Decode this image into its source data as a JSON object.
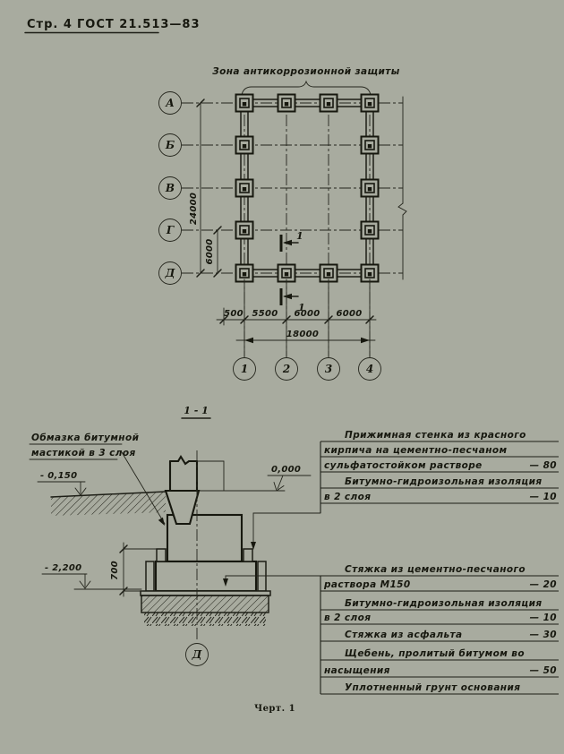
{
  "page": {
    "header_page": "Стр. 4",
    "header_doc": "ГОСТ 21.513—83",
    "caption": "Черт. 1"
  },
  "plan": {
    "title": "Зона антикоррозионной защиты",
    "row_axes": [
      "А",
      "Б",
      "В",
      "Г",
      "Д"
    ],
    "col_axes": [
      "1",
      "2",
      "3",
      "4"
    ],
    "bottom_dims": [
      "500",
      "5500",
      "6000",
      "6000"
    ],
    "total_dim": "18000",
    "left_total_dim": "24000",
    "left_bay_dim": "6000",
    "section_mark": "1"
  },
  "section": {
    "title": "1 - 1",
    "axis_label": "Д",
    "note_line1": "Обмазка битумной",
    "note_line2": "мастикой в 3 слоя",
    "level_zero": "0,000",
    "level_minus150": "- 0,150",
    "level_minus2200": "- 2,200",
    "dim_700": "700",
    "upper_callout": {
      "rows": [
        {
          "text": "Прижимная стенка из красного",
          "value": ""
        },
        {
          "text": "кирпича на цементно-песчаном",
          "value": ""
        },
        {
          "text": "сульфатостойком растворе",
          "value": "— 80"
        },
        {
          "text": "Битумно-гидроизольная изоляция",
          "value": ""
        },
        {
          "text": "в 2 слоя",
          "value": "— 10"
        }
      ]
    },
    "lower_callout": {
      "rows": [
        {
          "text": "Стяжка из цементно-песчаного",
          "value": ""
        },
        {
          "text": "раствора М150",
          "value": "— 20"
        },
        {
          "text": "Битумно-гидроизольная изоляция",
          "value": ""
        },
        {
          "text": "в 2 слоя",
          "value": "— 10"
        },
        {
          "text": "Стяжка из асфальта",
          "value": "— 30"
        },
        {
          "text": "Щебень, пролитый битумом во",
          "value": ""
        },
        {
          "text": "насыщения",
          "value": "— 50"
        },
        {
          "text": "Уплотненный грунт основания",
          "value": ""
        }
      ]
    }
  }
}
